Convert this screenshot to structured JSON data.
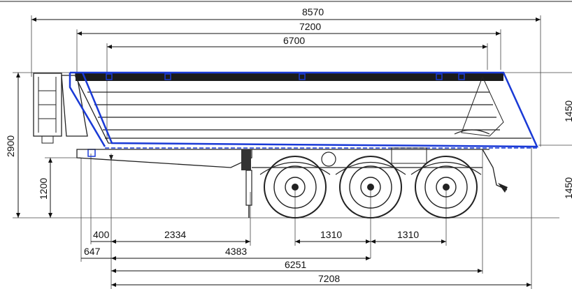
{
  "dimensions": {
    "overall_length": "8570",
    "body_length": "7200",
    "body_inner_length": "6700",
    "overall_height": "2900",
    "frame_height": "1200",
    "upper_body_height": "1450",
    "lower_height": "1450",
    "d400": "400",
    "d2334": "2334",
    "axle_spacing_1": "1310",
    "axle_spacing_2": "1310",
    "d647": "647",
    "d4383": "4383",
    "d6251": "6251",
    "d7208": "7208"
  },
  "colors": {
    "outline": "#111111",
    "tipper_highlight": "#1a3ad6",
    "body_stripe": "#1b1b1b"
  }
}
